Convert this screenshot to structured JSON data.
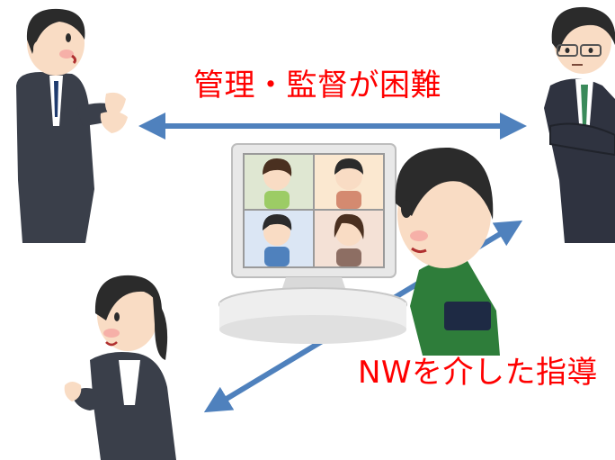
{
  "labels": {
    "top": "管理・監督が困難",
    "bottom": "NWを介した指導"
  },
  "colors": {
    "label_text": "#ff0000",
    "arrow": "#4f81bd",
    "suit": "#3a3f4a",
    "skin": "#f9dcc4",
    "hair": "#2b2b2b",
    "monitor_frame": "#e8e8e8",
    "shirt_green": "#2e7d3a"
  },
  "icons": [
    "businessman-left",
    "manager-right",
    "businesswoman",
    "remote-worker",
    "video-call-monitor"
  ]
}
